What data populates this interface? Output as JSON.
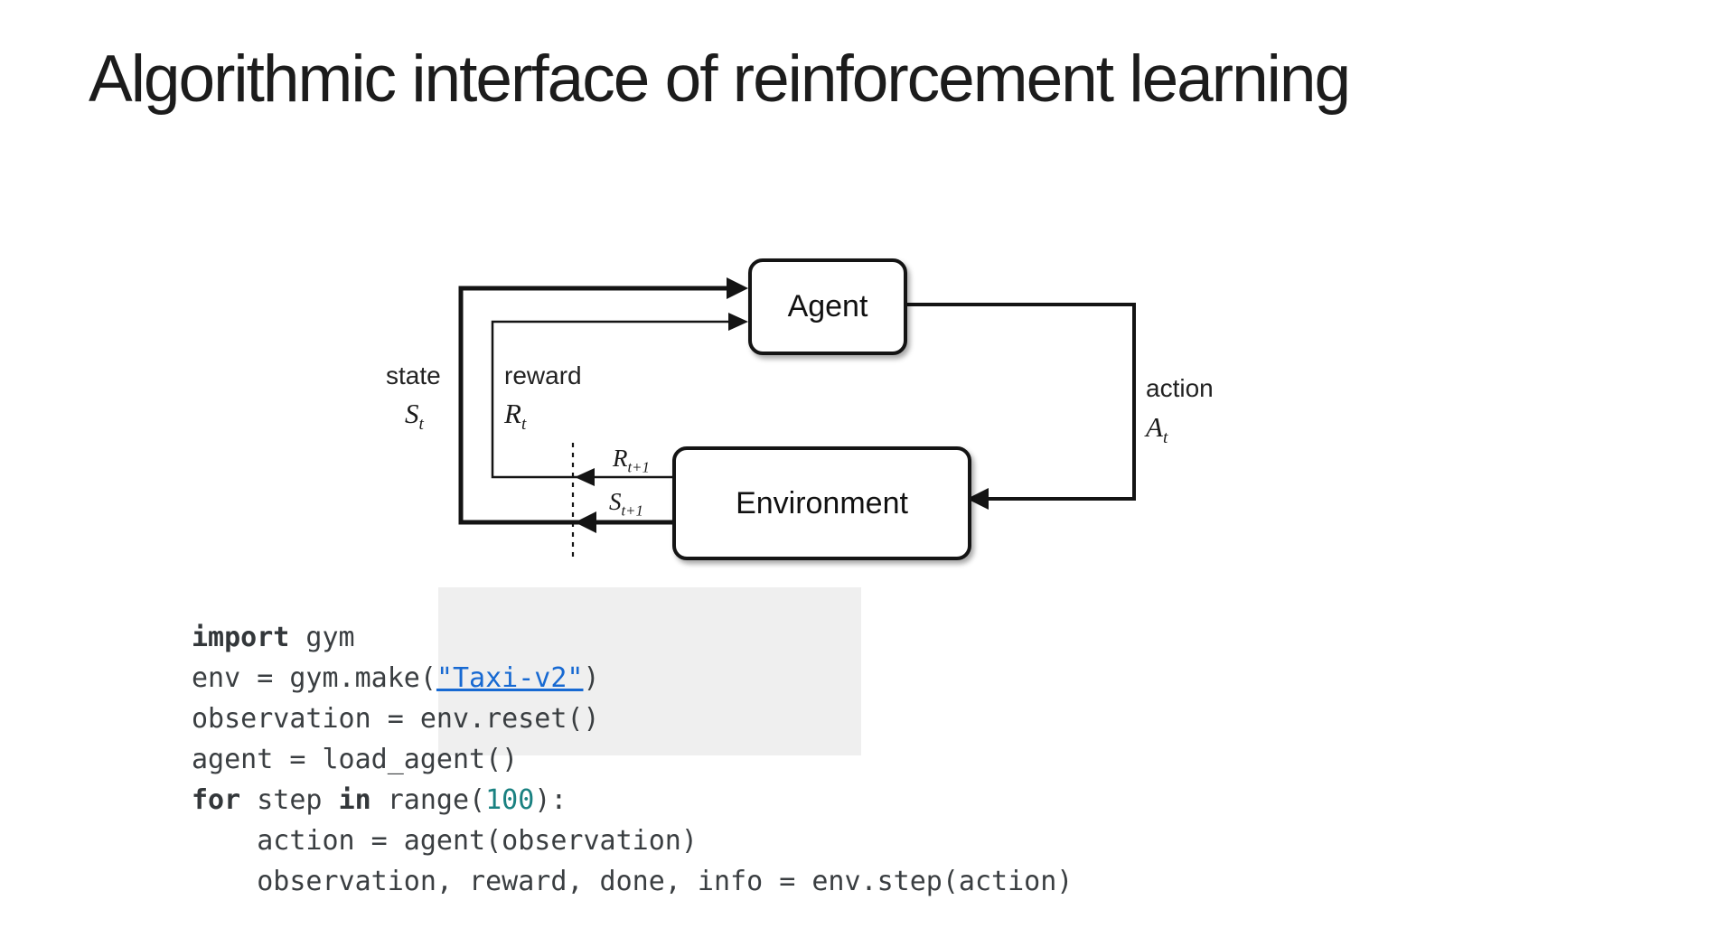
{
  "slide": {
    "title": "Algorithmic interface of reinforcement learning"
  },
  "diagram": {
    "agent_label": "Agent",
    "environment_label": "Environment",
    "labels": {
      "state": "state",
      "reward": "reward",
      "action": "action"
    },
    "symbols": {
      "St": {
        "base": "S",
        "sub": "t"
      },
      "Rt": {
        "base": "R",
        "sub": "t"
      },
      "At": {
        "base": "A",
        "sub": "t"
      },
      "Rt1": {
        "base": "R",
        "sub": "t+1"
      },
      "St1": {
        "base": "S",
        "sub": "t+1"
      }
    }
  },
  "code": {
    "colors": {
      "keyword": "#33373a",
      "plain": "#3a3e41",
      "link_blue": "#1769d2",
      "number_teal": "#1a8181"
    },
    "lines": [
      [
        {
          "t": "import",
          "c": "kw"
        },
        {
          "t": " gym",
          "c": "plain"
        }
      ],
      [
        {
          "t": "env = gym.make(",
          "c": "plain"
        },
        {
          "t": "\"Taxi-v2\"",
          "c": "link"
        },
        {
          "t": ")",
          "c": "plain"
        }
      ],
      [
        {
          "t": "observation = env.reset()",
          "c": "plain"
        }
      ],
      [
        {
          "t": "agent = load_agent()",
          "c": "plain"
        }
      ],
      [
        {
          "t": "for",
          "c": "kw"
        },
        {
          "t": " step ",
          "c": "plain"
        },
        {
          "t": "in",
          "c": "kw"
        },
        {
          "t": " range(",
          "c": "plain"
        },
        {
          "t": "100",
          "c": "num"
        },
        {
          "t": "):",
          "c": "plain"
        }
      ],
      [
        {
          "t": "    action = agent(observation)",
          "c": "plain"
        }
      ],
      [
        {
          "t": "    observation, reward, done, info = env.step(action)",
          "c": "plain"
        }
      ]
    ]
  }
}
